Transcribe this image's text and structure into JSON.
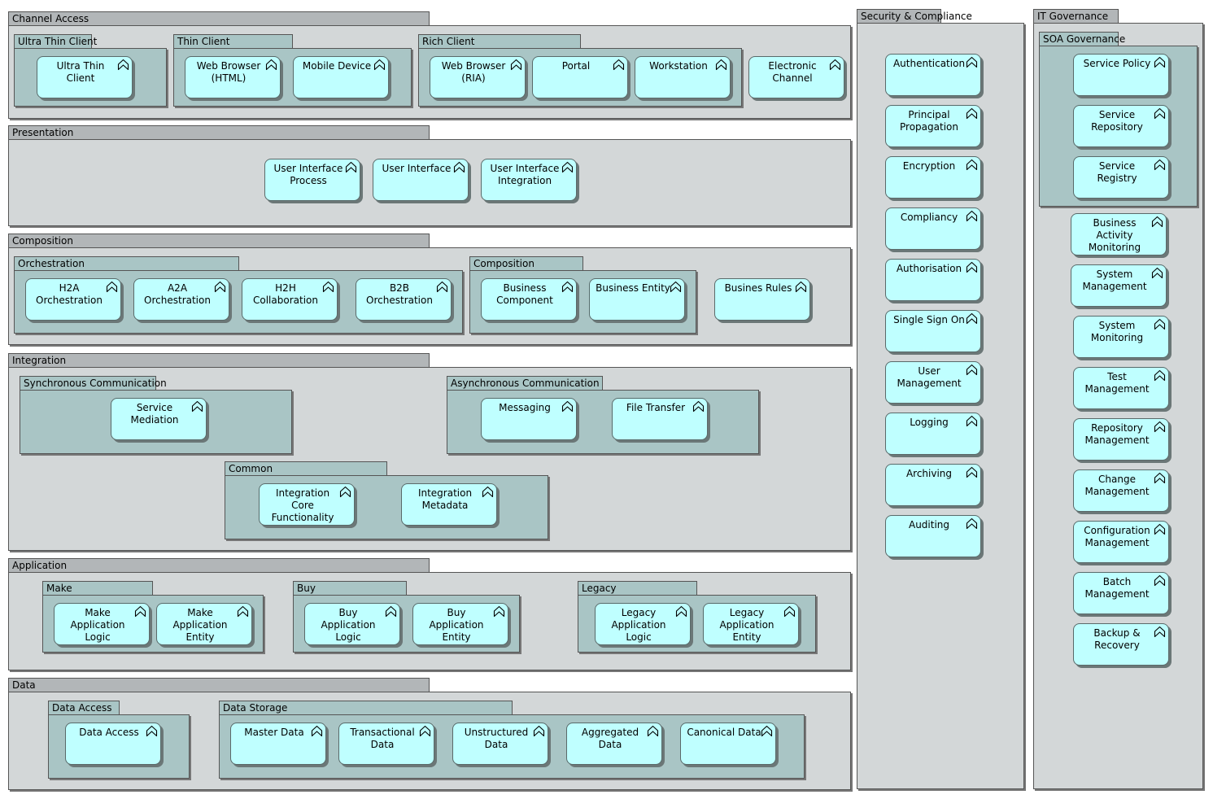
{
  "groups": {
    "channel_access": "Channel Access",
    "ultra_thin_client": "Ultra Thin Client",
    "thin_client": "Thin Client",
    "rich_client": "Rich Client",
    "presentation": "Presentation",
    "composition": "Composition",
    "orchestration": "Orchestration",
    "composition_inner": "Composition",
    "integration": "Integration",
    "sync_comm": "Synchronous Communication",
    "async_comm": "Asynchronous Communication",
    "common": "Common",
    "application": "Application",
    "make": "Make",
    "buy": "Buy",
    "legacy": "Legacy",
    "data": "Data",
    "data_access": "Data Access",
    "data_storage": "Data Storage",
    "security": "Security & Compliance",
    "it_governance": "IT Governance",
    "soa_governance": "SOA Governance"
  },
  "services": {
    "ultra_thin_client": "Ultra Thin\nClient",
    "web_browser_html": "Web Browser\n(HTML)",
    "mobile_device": "Mobile Device",
    "web_browser_ria": "Web Browser\n(RIA)",
    "portal": "Portal",
    "workstation": "Workstation",
    "electronic_channel": "Electronic\nChannel",
    "ui_process": "User Interface\nProcess",
    "ui": "User Interface",
    "ui_integration": "User Interface\nIntegration",
    "h2a": "H2A\nOrchestration",
    "a2a": "A2A\nOrchestration",
    "h2h": "H2H\nCollaboration",
    "b2b": "B2B\nOrchestration",
    "business_component": "Business\nComponent",
    "business_entity": "Business Entity",
    "business_rules": "Busines Rules",
    "service_mediation": "Service\nMediation",
    "messaging": "Messaging",
    "file_transfer": "File Transfer",
    "integration_core": "Integration\nCore\nFunctionality",
    "integration_metadata": "Integration\nMetadata",
    "make_logic": "Make\nApplication\nLogic",
    "make_entity": "Make\nApplication\nEntity",
    "buy_logic": "Buy\nApplication\nLogic",
    "buy_entity": "Buy\nApplication\nEntity",
    "legacy_logic": "Legacy\nApplication\nLogic",
    "legacy_entity": "Legacy\nApplication\nEntity",
    "data_access": "Data Access",
    "master_data": "Master Data",
    "transactional_data": "Transactional\nData",
    "unstructured_data": "Unstructured\nData",
    "aggregated_data": "Aggregated\nData",
    "canonical_data": "Canonical Data",
    "authentication": "Authentication",
    "principal_propagation": "Principal\nPropagation",
    "encryption": "Encryption",
    "compliancy": "Compliancy",
    "authorisation": "Authorisation",
    "sso": "Single Sign On",
    "user_management": "User\nManagement",
    "logging": "Logging",
    "archiving": "Archiving",
    "auditing": "Auditing",
    "service_policy": "Service Policy",
    "service_repository": "Service\nRepository",
    "service_registry": "Service\nRegistry",
    "bam": "Business\nActivity\nMonitoring",
    "system_management": "System\nManagement",
    "system_monitoring": "System\nMonitoring",
    "test_management": "Test\nManagement",
    "repository_management": "Repository\nManagement",
    "change_management": "Change\nManagement",
    "configuration_management": "Configuration\nManagement",
    "batch_management": "Batch\nManagement",
    "backup_recovery": "Backup &\nRecovery"
  },
  "icon": "application-service-icon"
}
